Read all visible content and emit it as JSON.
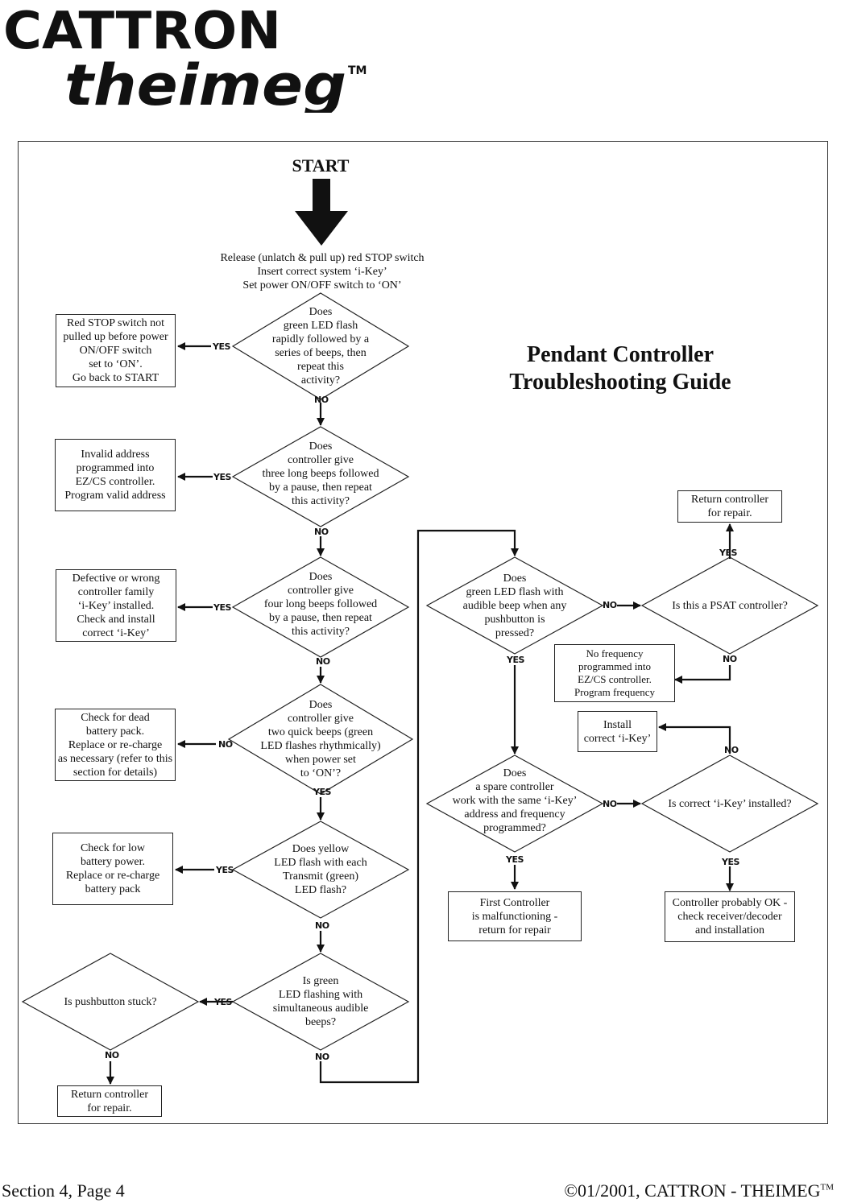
{
  "logo": {
    "brand": "CATTRON",
    "subbrand": "theimeg",
    "mark": "TM"
  },
  "diagram": {
    "start": "START",
    "instructions": [
      "Release (unlatch & pull up) red STOP switch",
      "Insert correct system ‘i-Key’",
      "Set power ON/OFF switch to ‘ON’"
    ],
    "title": "Pendant Controller\nTroubleshooting Guide",
    "labels": {
      "yes": "YES",
      "no": "NO"
    },
    "decisions": {
      "d1": "Does\ngreen LED flash\nrapidly followed by a\nseries of beeps, then\nrepeat this\nactivity?",
      "d2": "Does\ncontroller give\nthree long beeps followed\nby a pause, then repeat\nthis activity?",
      "d3": "Does\ncontroller give\nfour long beeps followed\nby a pause, then repeat\nthis activity?",
      "d4": "Does\ncontroller give\ntwo quick beeps (green\nLED flashes  rhythmically)\nwhen power set\nto ‘ON’?",
      "d5": "Does yellow\nLED flash with each\nTransmit (green)\nLED flash?",
      "d6": "Is green\nLED flashing with\nsimultaneous audible\nbeeps?",
      "d7": "Is pushbutton stuck?",
      "d8": "Does\ngreen LED flash with\naudible beep when any\npushbutton is\npressed?",
      "d9": "Is this a PSAT controller?",
      "d10": "Does\na spare controller\nwork with the same ‘i-Key’\naddress and frequency\nprogrammed?",
      "d11": "Is correct ‘i-Key’ installed?"
    },
    "boxes": {
      "b1": "Red STOP switch not\npulled up before power\nON/OFF switch\nset to ‘ON’.\nGo back to START",
      "b2": "Invalid address\nprogrammed into\nEZ/CS controller.\nProgram valid address",
      "b3": "Defective or wrong\ncontroller family\n‘i-Key’ installed.\nCheck and  install\ncorrect ‘i-Key’",
      "b4": "Check for dead\nbattery pack.\nReplace or re-charge\nas necessary (refer to this\nsection for details)",
      "b5": "Check for low\nbattery power.\nReplace or re-charge\nbattery pack",
      "b6": "Return controller\nfor repair.",
      "b7": "Return controller\nfor repair.",
      "b8": "No frequency\nprogrammed into\nEZ/CS controller.\nProgram frequency",
      "b9": "Install\ncorrect ‘i-Key’",
      "b10": "First Controller\nis malfunctioning -\nreturn for repair",
      "b11": "Controller probably OK -\ncheck receiver/decoder\nand installation"
    }
  },
  "footer": {
    "left": "Section 4, Page 4",
    "right": "©01/2001, CATTRON - THEIMEG",
    "tm": "TM"
  }
}
